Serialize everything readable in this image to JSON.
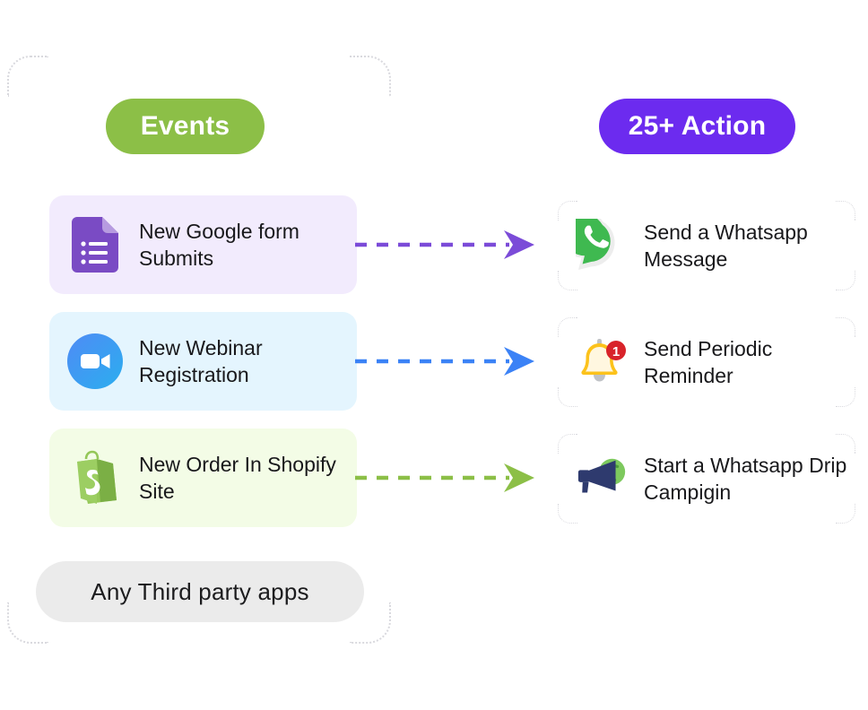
{
  "badges": {
    "events": "Events",
    "actions": "25+ Action",
    "third_party": "Any Third party apps"
  },
  "colors": {
    "events_green": "#8CBF47",
    "action_purple": "#6C2BEF",
    "third_party_gray": "#EBEBEB",
    "card_lavender": "#F2EBFD",
    "card_blue": "#E4F5FE",
    "card_green": "#F3FCE6",
    "arrow_purple": "#7B4BD8",
    "arrow_blue": "#3B82F6",
    "arrow_green": "#8CBF47",
    "text_dark": "#18181b"
  },
  "events": [
    {
      "label": "New Google form Submits",
      "icon": "google-forms-icon",
      "background": "#F2EBFD"
    },
    {
      "label": "New Webinar Registration",
      "icon": "zoom-video-icon",
      "background": "#E4F5FE"
    },
    {
      "label": "New Order In Shopify Site",
      "icon": "shopify-bag-icon",
      "background": "#F3FCE6"
    }
  ],
  "actions": [
    {
      "label": "Send a Whatsapp Message",
      "icon": "whatsapp-icon"
    },
    {
      "label": "Send Periodic Reminder",
      "icon": "bell-notification-icon",
      "badge_count": "1"
    },
    {
      "label": "Start a Whatsapp Drip Campigin",
      "icon": "megaphone-icon"
    }
  ],
  "arrows": [
    {
      "name": "arrow-google-form-to-whatsapp",
      "color": "#7B4BD8"
    },
    {
      "name": "arrow-webinar-to-reminder",
      "color": "#3B82F6"
    },
    {
      "name": "arrow-shopify-to-campaign",
      "color": "#8CBF47"
    }
  ]
}
